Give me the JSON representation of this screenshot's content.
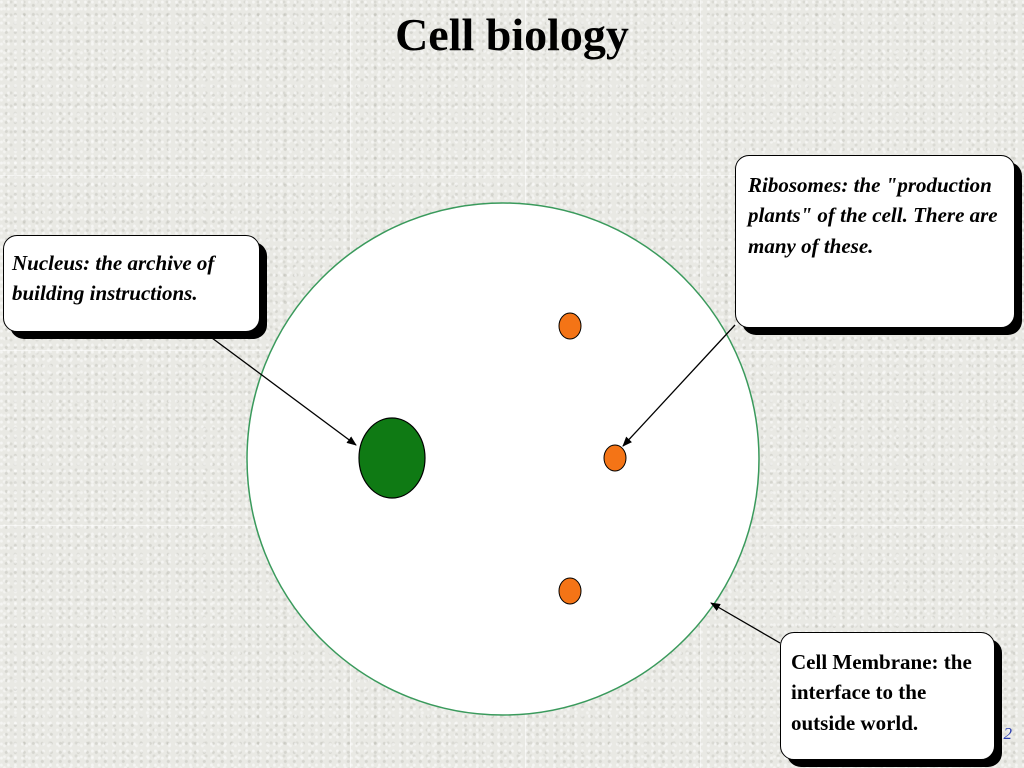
{
  "title": "Cell biology",
  "callouts": {
    "nucleus": "Nucleus: the archive of building instructions.",
    "ribosomes": "Ribosomes: the \"production plants\" of the cell. There are many of these.",
    "membrane": "Cell Membrane: the interface to the outside world."
  },
  "page_number": "2",
  "colors": {
    "membrane_outline": "#3a9a5c",
    "nucleus_fill": "#0f7a14",
    "ribosome_fill": "#f47416",
    "callout_shadow": "#000000",
    "page_number": "#2b3fb0"
  }
}
